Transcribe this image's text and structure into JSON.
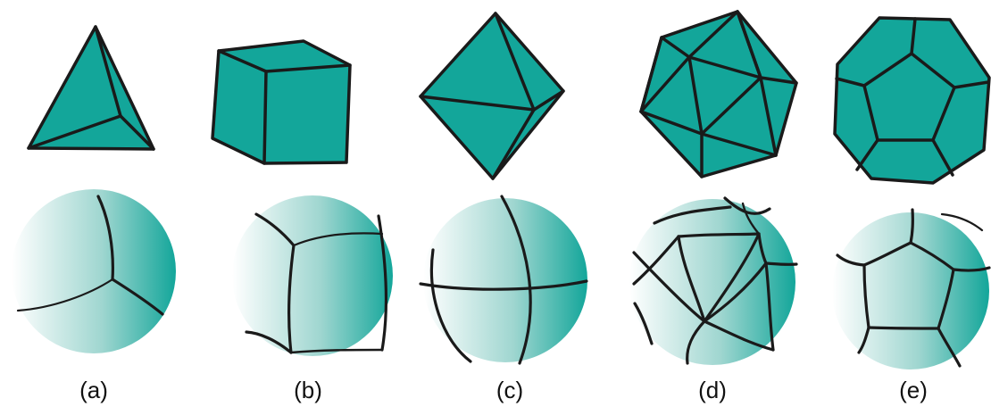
{
  "colors": {
    "face": "#13a69a",
    "edge": "#1a1a1a",
    "sphere_light": "#ffffff",
    "sphere_dark": "#13a69a"
  },
  "panels": [
    {
      "label": "(a)",
      "polyhedron": "tetrahedron",
      "sphere": "spherical-tetrahedron"
    },
    {
      "label": "(b)",
      "polyhedron": "cube",
      "sphere": "spherical-cube"
    },
    {
      "label": "(c)",
      "polyhedron": "octahedron",
      "sphere": "spherical-octahedron"
    },
    {
      "label": "(d)",
      "polyhedron": "icosahedron",
      "sphere": "spherical-icosahedron"
    },
    {
      "label": "(e)",
      "polyhedron": "dodecahedron",
      "sphere": "spherical-dodecahedron"
    }
  ]
}
